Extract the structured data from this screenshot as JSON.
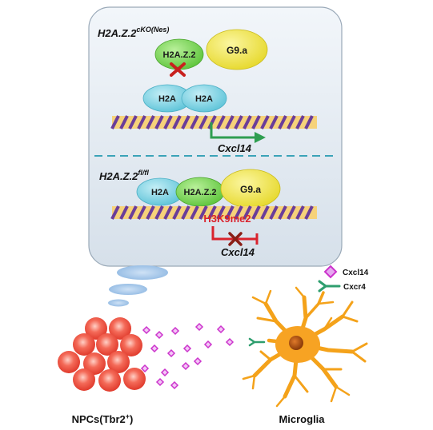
{
  "top_panel": {
    "genotype_base": "H2A.Z.2",
    "genotype_sup": "cKO(Nes)",
    "h2az2_label": "H2A.Z.2",
    "g9a_label": "G9.a",
    "h2a_left_label": "H2A",
    "h2a_right_label": "H2A",
    "gene_label": "Cxcl14"
  },
  "bottom_panel": {
    "genotype_base": "H2A.Z.2",
    "genotype_sup": "fl/fl",
    "h2a_label": "H2A",
    "h2az2_label": "H2A.Z.2",
    "g9a_label": "G9.a",
    "mark_label": "H3K9me2",
    "gene_label": "Cxcl14"
  },
  "legend": {
    "ligand_label": "Cxcl14",
    "receptor_label": "Cxcr4"
  },
  "cells": {
    "npc_label_base": "NPCs(Tbr2",
    "npc_label_sup": "+",
    "npc_label_end": ")",
    "microglia_label": "Microglia"
  },
  "colors": {
    "panel_fill": "#dfe7f0",
    "h2az2": "#7ed957",
    "g9a": "#f2e84a",
    "h2a": "#7fd3e4",
    "dna_purple": "#6a3d9a",
    "dna_gold": "#f2b632",
    "active_arrow": "#2e9e50",
    "repressed": "#d9232d",
    "npc": "#f05a4a",
    "microglia": "#f7a323",
    "ligand": "#cc33cc",
    "receptor": "#2e9e6e"
  }
}
